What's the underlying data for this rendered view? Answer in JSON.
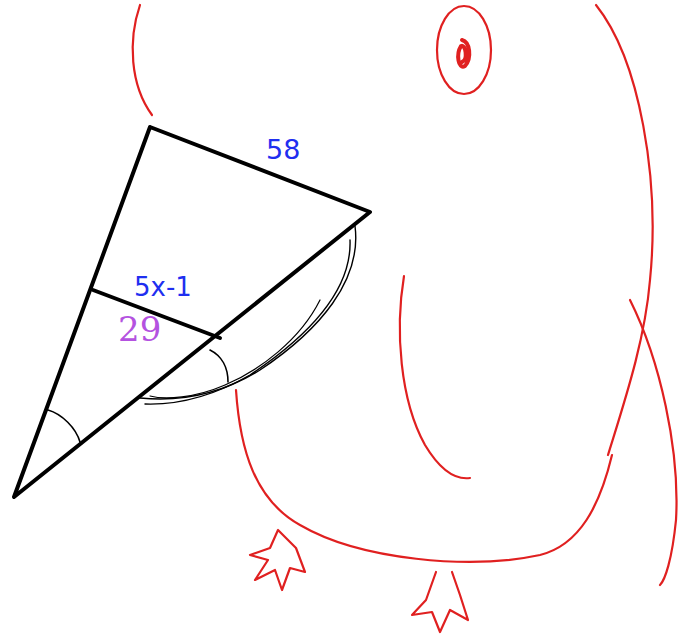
{
  "diagram": {
    "labels": [
      "58",
      "5x-1",
      "29"
    ]
  }
}
